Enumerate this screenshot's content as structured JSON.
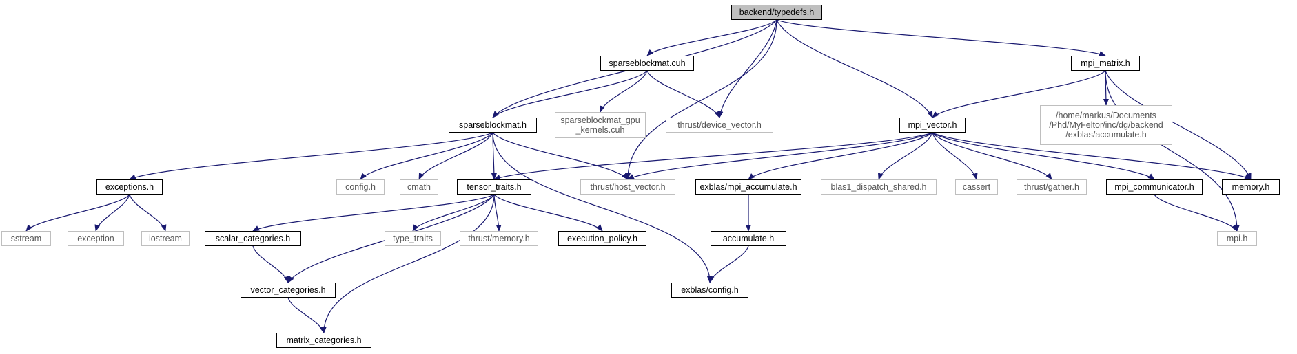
{
  "graph": {
    "edge_color": "#191970",
    "root_fill": "#bfbfbf",
    "documented_border": "#000000",
    "external_border": "#bfbfbf",
    "nodes": [
      {
        "id": "typedefs",
        "label": "backend/typedefs.h",
        "kind": "root"
      },
      {
        "id": "sbm_cuh",
        "label": "sparseblockmat.cuh",
        "kind": "documented"
      },
      {
        "id": "mpi_matrix",
        "label": "mpi_matrix.h",
        "kind": "documented"
      },
      {
        "id": "sbm_h",
        "label": "sparseblockmat.h",
        "kind": "documented"
      },
      {
        "id": "gpu_kernels",
        "label": "sparseblockmat_gpu\n_kernels.cuh",
        "kind": "external"
      },
      {
        "id": "device_vector",
        "label": "thrust/device_vector.h",
        "kind": "external"
      },
      {
        "id": "mpi_vector",
        "label": "mpi_vector.h",
        "kind": "documented"
      },
      {
        "id": "home_accumulate",
        "label": "/home/markus/Documents\n/Phd/MyFeltor/inc/dg/backend\n/exblas/accumulate.h",
        "kind": "external"
      },
      {
        "id": "exceptions",
        "label": "exceptions.h",
        "kind": "documented"
      },
      {
        "id": "config",
        "label": "config.h",
        "kind": "external"
      },
      {
        "id": "cmath",
        "label": "cmath",
        "kind": "external"
      },
      {
        "id": "tensor_traits",
        "label": "tensor_traits.h",
        "kind": "documented"
      },
      {
        "id": "host_vector",
        "label": "thrust/host_vector.h",
        "kind": "external"
      },
      {
        "id": "mpi_accumulate",
        "label": "exblas/mpi_accumulate.h",
        "kind": "documented"
      },
      {
        "id": "blas1_dispatch",
        "label": "blas1_dispatch_shared.h",
        "kind": "external"
      },
      {
        "id": "cassert",
        "label": "cassert",
        "kind": "external"
      },
      {
        "id": "gather",
        "label": "thrust/gather.h",
        "kind": "external"
      },
      {
        "id": "mpi_communicator",
        "label": "mpi_communicator.h",
        "kind": "documented"
      },
      {
        "id": "memory_h",
        "label": "memory.h",
        "kind": "documented"
      },
      {
        "id": "sstream",
        "label": "sstream",
        "kind": "external"
      },
      {
        "id": "exception",
        "label": "exception",
        "kind": "external"
      },
      {
        "id": "iostream",
        "label": "iostream",
        "kind": "external"
      },
      {
        "id": "scalar_categories",
        "label": "scalar_categories.h",
        "kind": "documented"
      },
      {
        "id": "type_traits",
        "label": "type_traits",
        "kind": "external"
      },
      {
        "id": "thrust_memory",
        "label": "thrust/memory.h",
        "kind": "external"
      },
      {
        "id": "execution_policy",
        "label": "execution_policy.h",
        "kind": "documented"
      },
      {
        "id": "accumulate",
        "label": "accumulate.h",
        "kind": "documented"
      },
      {
        "id": "mpi_h",
        "label": "mpi.h",
        "kind": "external"
      },
      {
        "id": "vector_categories",
        "label": "vector_categories.h",
        "kind": "documented"
      },
      {
        "id": "exblas_config",
        "label": "exblas/config.h",
        "kind": "documented"
      },
      {
        "id": "matrix_categories",
        "label": "matrix_categories.h",
        "kind": "documented"
      }
    ],
    "edges": [
      [
        "typedefs",
        "sbm_cuh"
      ],
      [
        "typedefs",
        "sbm_h"
      ],
      [
        "typedefs",
        "device_vector"
      ],
      [
        "typedefs",
        "host_vector"
      ],
      [
        "typedefs",
        "mpi_vector"
      ],
      [
        "typedefs",
        "mpi_matrix"
      ],
      [
        "sbm_cuh",
        "sbm_h"
      ],
      [
        "sbm_cuh",
        "gpu_kernels"
      ],
      [
        "sbm_cuh",
        "device_vector"
      ],
      [
        "mpi_matrix",
        "mpi_vector"
      ],
      [
        "mpi_matrix",
        "home_accumulate"
      ],
      [
        "mpi_matrix",
        "memory_h"
      ],
      [
        "mpi_matrix",
        "mpi_h"
      ],
      [
        "sbm_h",
        "exceptions"
      ],
      [
        "sbm_h",
        "config"
      ],
      [
        "sbm_h",
        "cmath"
      ],
      [
        "sbm_h",
        "tensor_traits"
      ],
      [
        "sbm_h",
        "host_vector"
      ],
      [
        "sbm_h",
        "exblas_config"
      ],
      [
        "mpi_vector",
        "tensor_traits"
      ],
      [
        "mpi_vector",
        "host_vector"
      ],
      [
        "mpi_vector",
        "mpi_accumulate"
      ],
      [
        "mpi_vector",
        "blas1_dispatch"
      ],
      [
        "mpi_vector",
        "cassert"
      ],
      [
        "mpi_vector",
        "gather"
      ],
      [
        "mpi_vector",
        "mpi_communicator"
      ],
      [
        "mpi_vector",
        "memory_h"
      ],
      [
        "exceptions",
        "sstream"
      ],
      [
        "exceptions",
        "exception"
      ],
      [
        "exceptions",
        "iostream"
      ],
      [
        "tensor_traits",
        "scalar_categories"
      ],
      [
        "tensor_traits",
        "vector_categories"
      ],
      [
        "tensor_traits",
        "matrix_categories"
      ],
      [
        "tensor_traits",
        "type_traits"
      ],
      [
        "tensor_traits",
        "thrust_memory"
      ],
      [
        "tensor_traits",
        "execution_policy"
      ],
      [
        "mpi_accumulate",
        "accumulate"
      ],
      [
        "accumulate",
        "exblas_config"
      ],
      [
        "mpi_communicator",
        "mpi_h"
      ],
      [
        "scalar_categories",
        "vector_categories"
      ],
      [
        "vector_categories",
        "matrix_categories"
      ]
    ]
  }
}
